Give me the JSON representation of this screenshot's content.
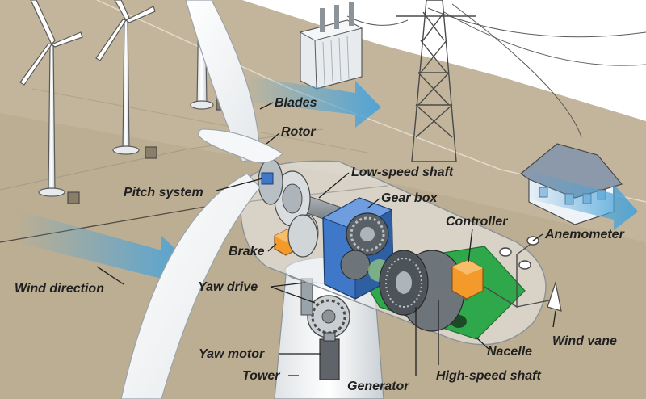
{
  "labels": {
    "blades": "Blades",
    "rotor": "Rotor",
    "low_speed_shaft": "Low-speed shaft",
    "pitch_system": "Pitch system",
    "gear_box": "Gear box",
    "controller": "Controller",
    "anemometer": "Anemometer",
    "brake": "Brake",
    "wind_direction": "Wind direction",
    "yaw_drive": "Yaw drive",
    "yaw_motor": "Yaw motor",
    "tower": "Tower",
    "generator": "Generator",
    "high_speed_shaft": "High-speed shaft",
    "nacelle": "Nacelle",
    "wind_vane": "Wind vane"
  },
  "colors": {
    "ground": "#c2b59b",
    "ground_light": "#d8cdb6",
    "sky": "#ffffff",
    "wind_arrow": "#4aa3d9",
    "gearbox": "#3f78c8",
    "controller": "#f39a2a",
    "generator_base": "#2ea84a",
    "metal": "#9aa3aa",
    "outline": "#4a4a4a"
  },
  "icons": {
    "wind_arrow": "arrow-right-icon",
    "house": "house-icon",
    "transformer": "transformer-icon",
    "pylon": "transmission-tower-icon"
  }
}
